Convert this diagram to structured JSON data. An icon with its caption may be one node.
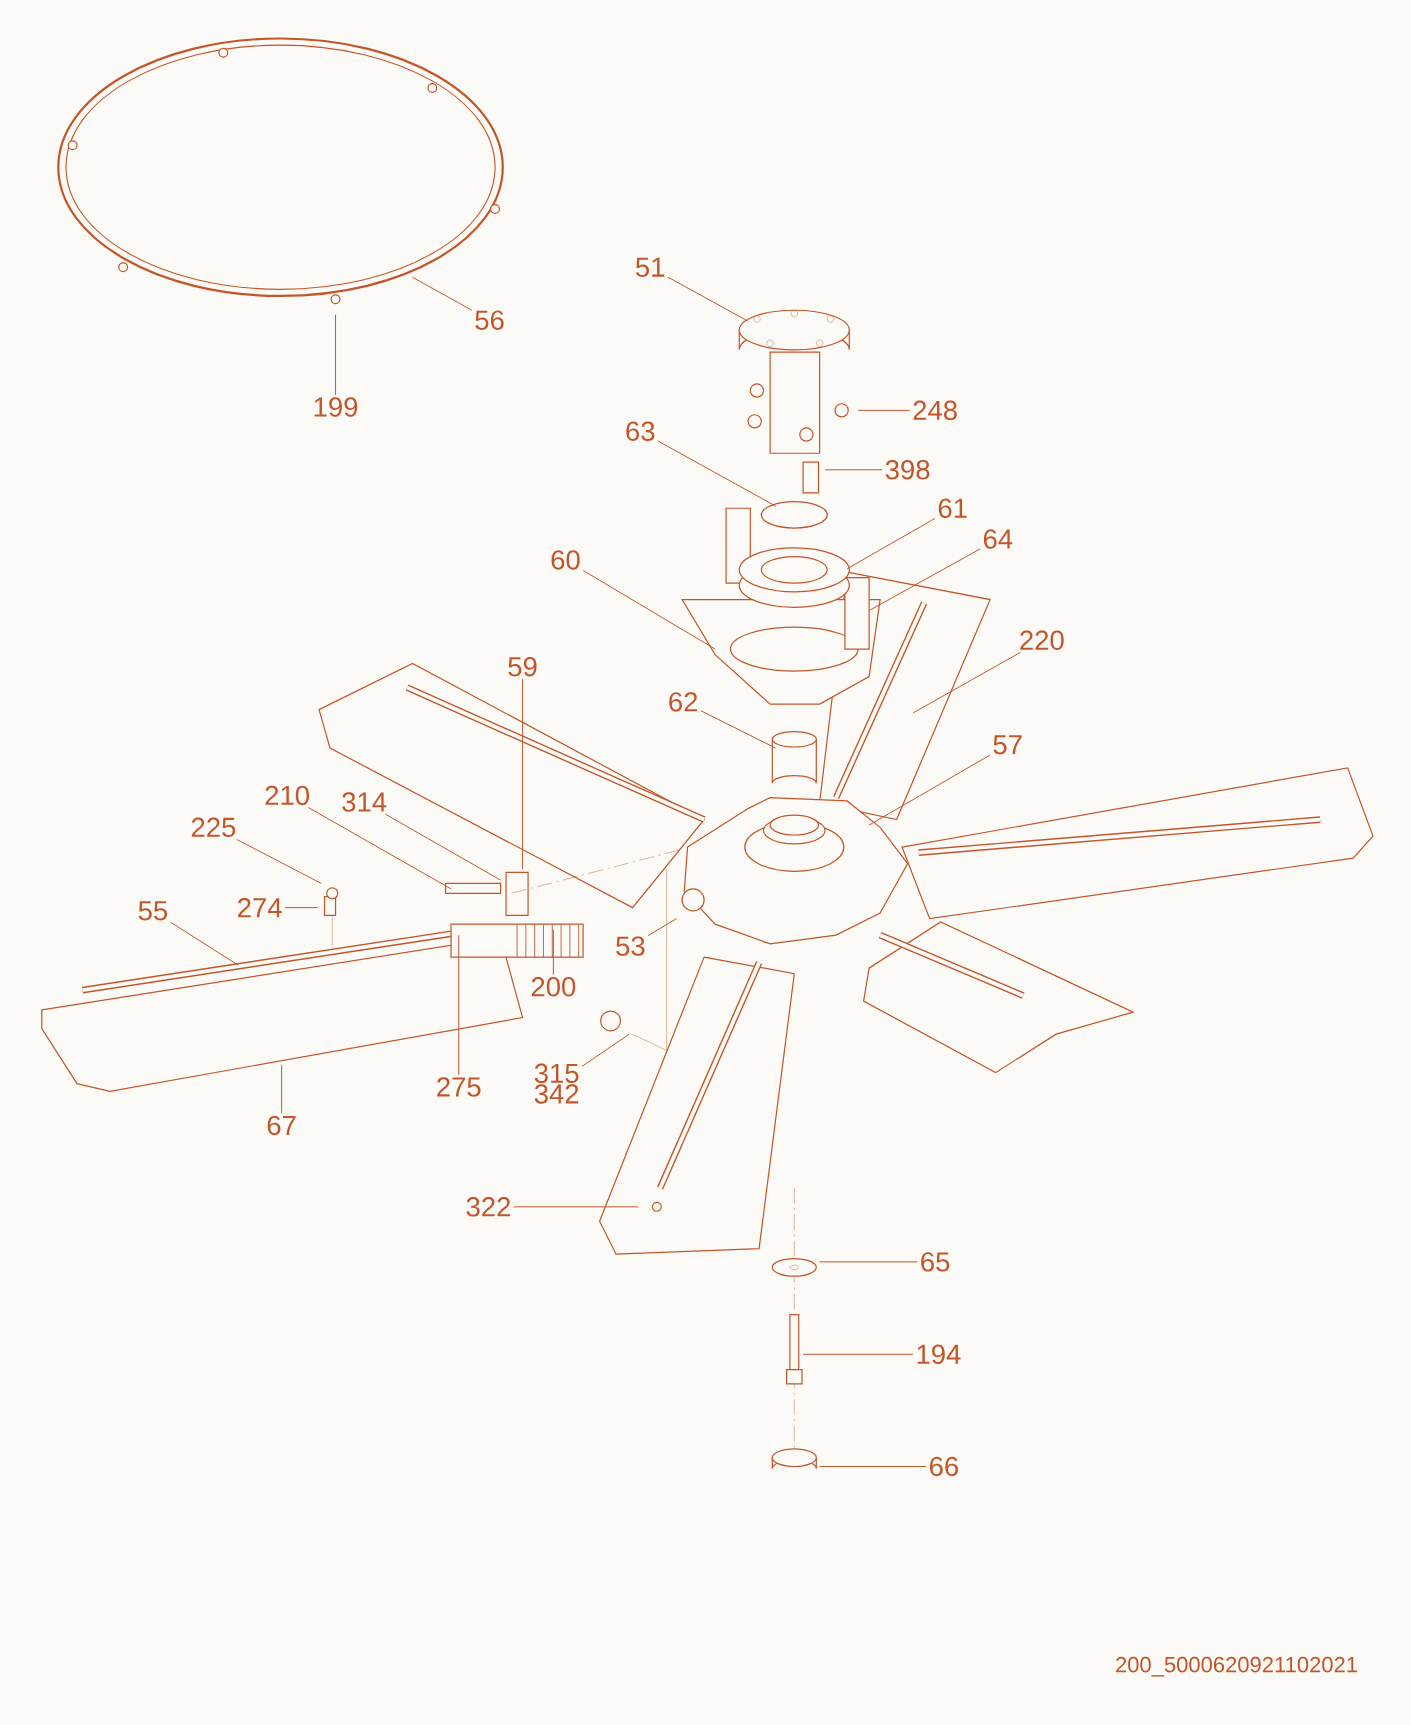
{
  "diagram": {
    "nodes": [
      {
        "text": [
          "51"
        ]
      },
      {
        "text": [
          "56"
        ]
      },
      {
        "text": [
          "199"
        ]
      },
      {
        "text": [
          "248"
        ]
      },
      {
        "text": [
          "63"
        ]
      },
      {
        "text": [
          "398"
        ]
      },
      {
        "text": [
          "61"
        ]
      },
      {
        "text": [
          "64"
        ]
      },
      {
        "text": [
          "60"
        ]
      },
      {
        "text": [
          "220"
        ]
      },
      {
        "text": [
          "59"
        ]
      },
      {
        "text": [
          "62"
        ]
      },
      {
        "text": [
          "57"
        ]
      },
      {
        "text": [
          "210"
        ]
      },
      {
        "text": [
          "314"
        ]
      },
      {
        "text": [
          "225"
        ]
      },
      {
        "text": [
          "274"
        ]
      },
      {
        "text": [
          "55"
        ]
      },
      {
        "text": [
          "53"
        ]
      },
      {
        "text": [
          "200"
        ]
      },
      {
        "text": [
          "275"
        ]
      },
      {
        "text": [
          "315",
          "342"
        ]
      },
      {
        "text": [
          "67"
        ]
      },
      {
        "text": [
          "322"
        ]
      },
      {
        "text": [
          "65"
        ]
      },
      {
        "text": [
          "194"
        ]
      },
      {
        "text": [
          "66"
        ]
      }
    ],
    "edges": [
      {
        "from": 0,
        "to": null,
        "arrow": "none"
      },
      {
        "from": 1,
        "to": null,
        "arrow": "none"
      },
      {
        "from": 2,
        "to": null,
        "arrow": "none"
      },
      {
        "from": 3,
        "to": null,
        "arrow": "none"
      },
      {
        "from": 4,
        "to": null,
        "arrow": "none"
      },
      {
        "from": 5,
        "to": null,
        "arrow": "none"
      },
      {
        "from": 6,
        "to": null,
        "arrow": "none"
      },
      {
        "from": 7,
        "to": null,
        "arrow": "none"
      },
      {
        "from": 8,
        "to": null,
        "arrow": "none"
      },
      {
        "from": 9,
        "to": null,
        "arrow": "none"
      },
      {
        "from": 10,
        "to": null,
        "arrow": "none"
      },
      {
        "from": 11,
        "to": null,
        "arrow": "none"
      },
      {
        "from": 12,
        "to": null,
        "arrow": "none"
      },
      {
        "from": 13,
        "to": null,
        "arrow": "none"
      },
      {
        "from": 14,
        "to": null,
        "arrow": "none"
      },
      {
        "from": 15,
        "to": null,
        "arrow": "none"
      },
      {
        "from": 16,
        "to": null,
        "arrow": "none"
      },
      {
        "from": 17,
        "to": null,
        "arrow": "none"
      },
      {
        "from": 18,
        "to": null,
        "arrow": "none"
      },
      {
        "from": 19,
        "to": null,
        "arrow": "none"
      },
      {
        "from": 20,
        "to": null,
        "arrow": "none"
      },
      {
        "from": 21,
        "to": null,
        "arrow": "none"
      },
      {
        "from": 22,
        "to": null,
        "arrow": "none"
      },
      {
        "from": 23,
        "to": null,
        "arrow": "none"
      },
      {
        "from": 24,
        "to": null,
        "arrow": "none"
      },
      {
        "from": 25,
        "to": null,
        "arrow": "none"
      },
      {
        "from": 26,
        "to": null,
        "arrow": "none"
      }
    ],
    "labels": [
      "200_5000620921102021"
    ]
  }
}
